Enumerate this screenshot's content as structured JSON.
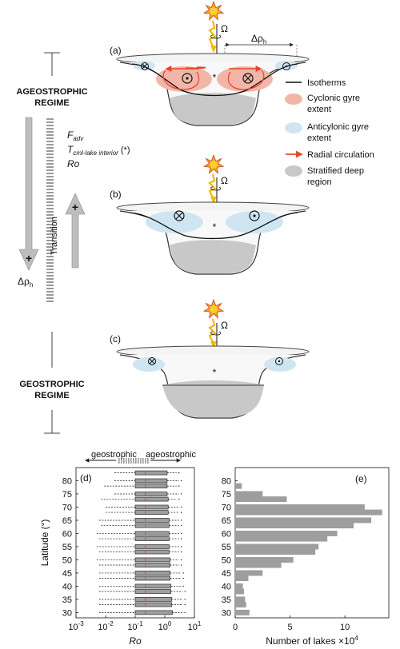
{
  "left": {
    "ageo_line1": "AGEOSTROPHIC",
    "ageo_line2": "REGIME",
    "geo_line1": "GEOSTROPHIC",
    "geo_line2": "REGIME",
    "f_adv": "F",
    "f_adv_sub": "adv",
    "t_cml": "T",
    "t_cml_sub": "cml-lake interior",
    "t_cml_star": " (*)",
    "ro": "Ro",
    "transition": "Transition",
    "plus": "+",
    "drho": "Δρ",
    "drho_sub": "h"
  },
  "panels": {
    "a_label": "(a)",
    "b_label": "(b)",
    "c_label": "(c)",
    "omega": "Ω",
    "drho": "Δρ",
    "drho_sub": "h",
    "star": "*"
  },
  "legend": {
    "isotherms": "Isotherms",
    "cyclonic_1": "Cyclonic gyre",
    "cyclonic_2": "extent",
    "anticyclonic_1": "Anticylonic gyre",
    "anticyclonic_2": "extent",
    "radial": "Radial circulation",
    "stratified_1": "Stratified deep",
    "stratified_2": "region"
  },
  "colors": {
    "cyclonic": "#f2b6a8",
    "anticyclonic": "#cfe6f2",
    "radial": "#e8452a",
    "deep": "#c8c8c8",
    "sun": "#f5a623",
    "ray": "#f5b800"
  },
  "chart_data": [
    {
      "type": "box",
      "panel": "(d)",
      "xlabel": "Ro",
      "ylabel": "Latitude (°)",
      "xscale": "log",
      "xlim": [
        0.001,
        10
      ],
      "xticks": [
        "10^-3",
        "10^-2",
        "10^-1",
        "10^0",
        "10^1"
      ],
      "yticks": [
        80,
        75,
        70,
        65,
        60,
        55,
        50,
        45,
        40,
        35,
        30
      ],
      "left_arrow_label": "geostrophic",
      "right_arrow_label": "ageostrophic",
      "latitudes": [
        83,
        80,
        78,
        75,
        73,
        70,
        68,
        65,
        63,
        60,
        58,
        55,
        53,
        50,
        48,
        45,
        43,
        40,
        38,
        35,
        33,
        30
      ],
      "median": [
        0.22,
        0.22,
        0.22,
        0.22,
        0.22,
        0.22,
        0.22,
        0.22,
        0.22,
        0.22,
        0.22,
        0.22,
        0.22,
        0.22,
        0.22,
        0.22,
        0.22,
        0.22,
        0.22,
        0.22,
        0.22,
        0.22
      ],
      "q1": [
        0.1,
        0.1,
        0.1,
        0.1,
        0.1,
        0.1,
        0.1,
        0.1,
        0.1,
        0.1,
        0.1,
        0.1,
        0.1,
        0.1,
        0.1,
        0.1,
        0.1,
        0.1,
        0.1,
        0.1,
        0.1,
        0.1
      ],
      "q3": [
        1.2,
        1.2,
        1.2,
        1.2,
        1.3,
        1.3,
        1.3,
        1.4,
        1.4,
        1.4,
        1.4,
        1.4,
        1.4,
        1.5,
        1.5,
        1.5,
        1.5,
        1.6,
        1.6,
        1.7,
        1.7,
        1.8
      ],
      "whisker_low": [
        0.02,
        0.02,
        0.009,
        0.02,
        0.007,
        0.01,
        0.01,
        0.006,
        0.007,
        0.005,
        0.006,
        0.005,
        0.006,
        0.005,
        0.006,
        0.006,
        0.006,
        0.006,
        0.006,
        0.006,
        0.006,
        0.006
      ],
      "whisker_high": [
        2.5,
        3,
        2.5,
        3,
        2.5,
        3,
        3,
        3,
        3,
        3,
        3,
        3,
        3,
        3,
        3,
        3.5,
        3.5,
        3.5,
        4,
        4,
        4,
        4
      ]
    },
    {
      "type": "bar",
      "orientation": "horizontal",
      "panel": "(e)",
      "xlabel": "Number of lakes ×10",
      "xlabel_exp": "4",
      "ylabel": "",
      "xlim": [
        0,
        14
      ],
      "xticks": [
        0,
        5,
        10
      ],
      "yticks": [
        80,
        75,
        70,
        65,
        60,
        55,
        50,
        45,
        40,
        35,
        30
      ],
      "latitudes": [
        83,
        80,
        78,
        75,
        73,
        70,
        68,
        65,
        63,
        60,
        58,
        55,
        53,
        50,
        48,
        45,
        43,
        40,
        38,
        35,
        33,
        30
      ],
      "values": [
        0,
        0,
        0.6,
        2.5,
        4.7,
        11.8,
        13.4,
        12.4,
        10.8,
        9.3,
        8.4,
        7.6,
        7.3,
        5.3,
        4.2,
        2.5,
        1.2,
        0.7,
        0.8,
        0.9,
        1.0,
        1.3
      ]
    }
  ]
}
